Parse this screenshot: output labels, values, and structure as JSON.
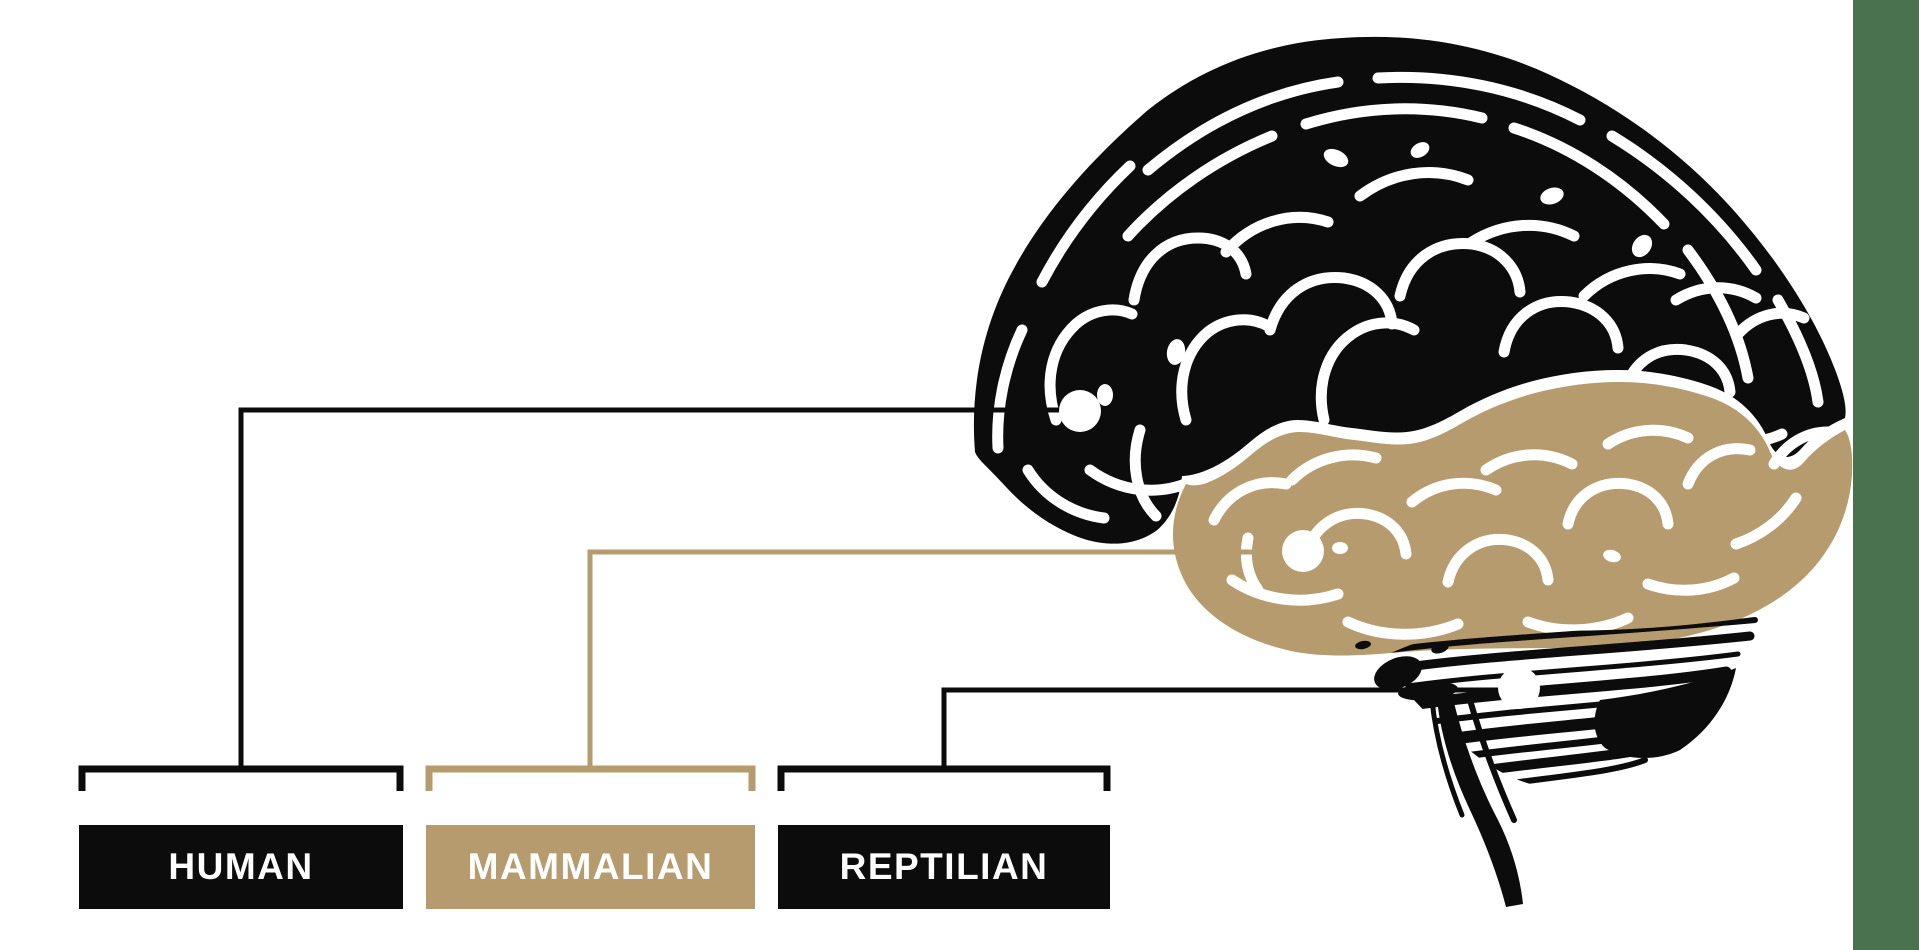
{
  "diagram": {
    "regions": [
      {
        "label": "HUMAN",
        "box_color": "#0c0c0c",
        "label_color": "#ffffff",
        "connector_color": "#0c0c0c"
      },
      {
        "label": "MAMMALIAN",
        "box_color": "#b59b6e",
        "label_color": "#ffffff",
        "connector_color": "#b59b6e"
      },
      {
        "label": "REPTILIAN",
        "box_color": "#0c0c0c",
        "label_color": "#ffffff",
        "connector_color": "#0c0c0c"
      }
    ],
    "brain_colors": {
      "neocortex_region": "#0c0c0c",
      "limbic_region": "#b59b6e",
      "cerebellum_brainstem_region": "#0c0c0c",
      "connection_dots": "#ffffff"
    },
    "accent_bar_color": "#4a724f",
    "background_color": "#ffffff"
  }
}
